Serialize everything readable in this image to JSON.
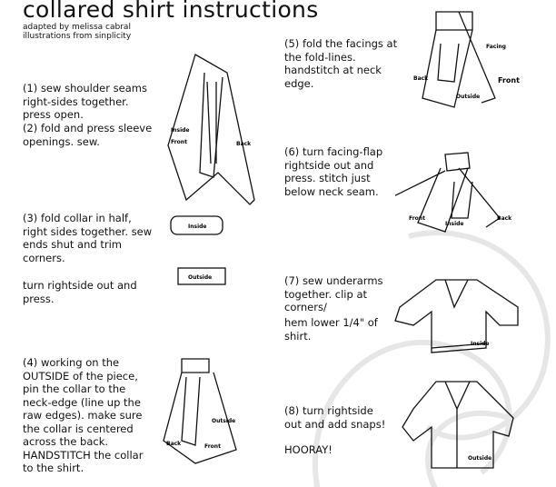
{
  "title": "collared shirt instructions",
  "subtitle": [
    "adapted by melissa cabral",
    "illustrations from sinplicity"
  ],
  "steps": {
    "s1": "(1) sew shoulder seams right-sides together. press open.",
    "s2": "(2) fold and press sleeve openings.  sew.",
    "s3": "(3) fold collar in half, right sides together.  sew ends shut and trim corners.",
    "s3b": "turn rightside out and press.",
    "s4": "(4) working on the OUTSIDE of the piece, pin the collar to the neck-edge (line up the raw edges).  make sure the collar is centered across the back. HANDSTITCH the collar to the shirt.",
    "s5": "(5) fold the facings at the fold-lines. handstitch at neck edge.",
    "s6": "(6) turn facing-flap rightside out and press. stitch just below neck seam.",
    "s7": "(7)  sew underarms together.  clip at corners/",
    "s7b": "hem lower 1/4\" of shirt.",
    "s8": "(8) turn rightside out and add snaps!",
    "s8b": "HOORAY!"
  },
  "labels": {
    "f1": [
      "Inside",
      "Front",
      "Back"
    ],
    "f3a": "Inside",
    "f3b": "Outside",
    "f4": [
      "Outside",
      "Back",
      "Front"
    ],
    "f5": [
      "Facing",
      "Back",
      "Front",
      "Outside"
    ],
    "f6": [
      "Front",
      "Inside",
      "Back"
    ],
    "f7": "Inside",
    "f8": "Outside"
  }
}
